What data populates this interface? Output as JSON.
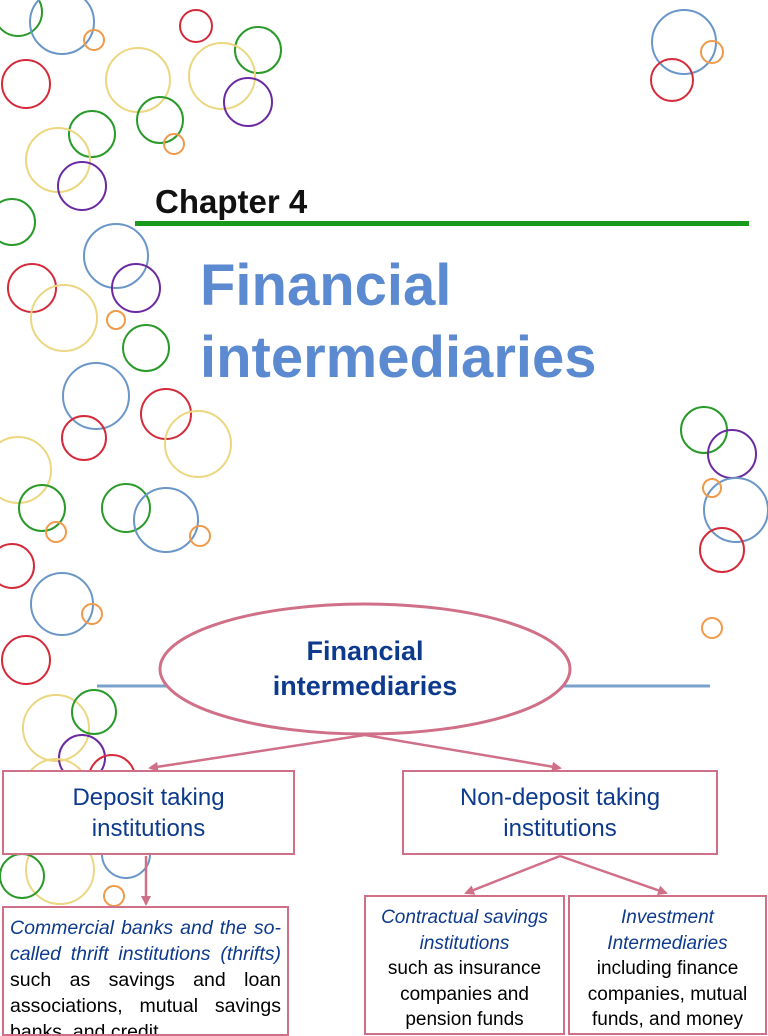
{
  "slide": {
    "chapter": "Chapter 4",
    "title_line1": "Financial",
    "title_line2": "intermediaries"
  },
  "diagram": {
    "root": {
      "line1": "Financial",
      "line2": "intermediaries"
    },
    "deposit": {
      "line1": "Deposit taking",
      "line2": "institutions",
      "detail_italic": "Commercial banks and the so-called thrift institutions (thrifts)",
      "detail_rest": " such as savings and loan associations, mutual savings banks, and credit"
    },
    "nondeposit": {
      "line1": "Non-deposit taking",
      "line2": "institutions"
    },
    "contractual": {
      "italic": "Contractual savings institutions",
      "rest": "such as insurance companies and pension funds"
    },
    "investment": {
      "italic": "Investment Intermediaries",
      "rest": "including finance companies, mutual funds, and money"
    }
  },
  "colors": {
    "title": "#5b8ad0",
    "accent_green": "#1a9a1a",
    "box_border": "#d07088",
    "node_text": "#0d3a8c"
  }
}
